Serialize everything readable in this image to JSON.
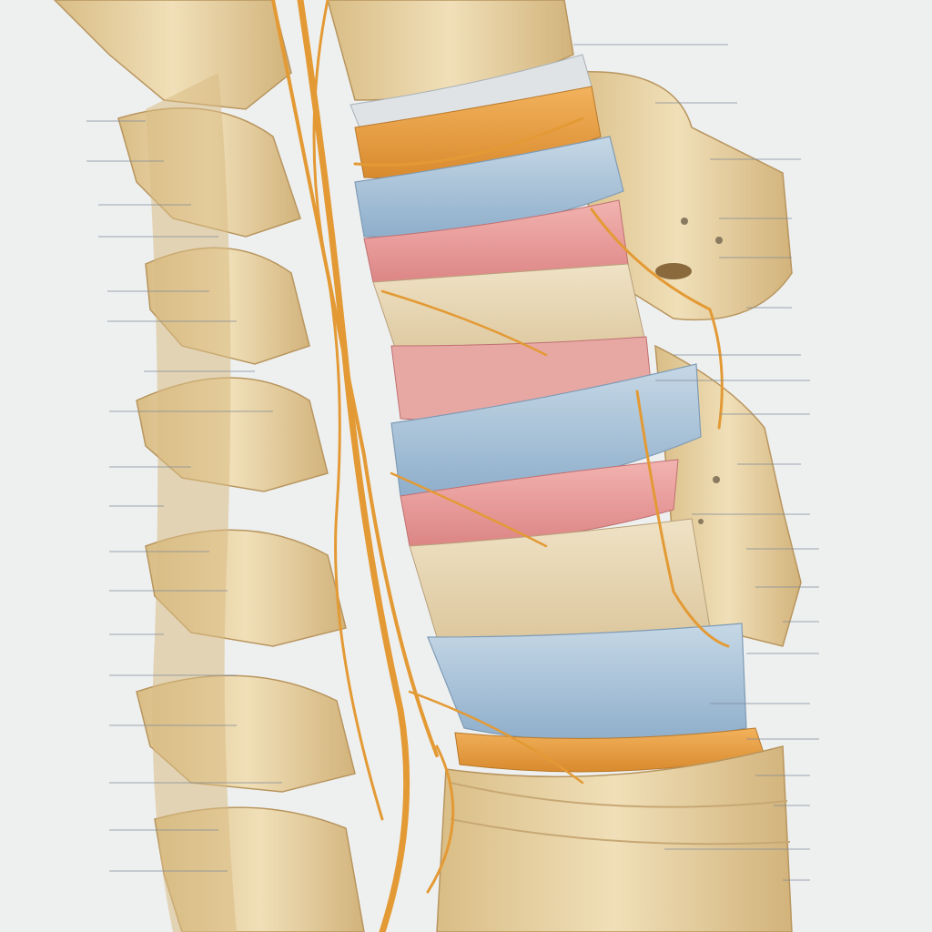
{
  "diagram": {
    "colors": {
      "background": "#eef0f0",
      "bone": "#e9d6ac",
      "bone_shadow": "#c9ab74",
      "disc_blue": "#a9c3d9",
      "disc_pink": "#e8999a",
      "nerve": "#e39a35",
      "leader": "#7f8a99"
    },
    "labels_left": [
      {
        "id": "l1",
        "text": ""
      },
      {
        "id": "l2",
        "text": ""
      },
      {
        "id": "l3",
        "text": ""
      },
      {
        "id": "l4",
        "text": ""
      },
      {
        "id": "l5",
        "text": ""
      },
      {
        "id": "l6",
        "text": ""
      },
      {
        "id": "l7",
        "text": ""
      },
      {
        "id": "l8",
        "text": ""
      },
      {
        "id": "l9",
        "text": ""
      },
      {
        "id": "l10",
        "text": ""
      },
      {
        "id": "l11",
        "text": ""
      },
      {
        "id": "l12",
        "text": ""
      },
      {
        "id": "l13",
        "text": ""
      },
      {
        "id": "l14",
        "text": ""
      },
      {
        "id": "l15",
        "text": ""
      },
      {
        "id": "l16",
        "text": ""
      },
      {
        "id": "l17",
        "text": ""
      }
    ],
    "labels_right": [
      {
        "id": "r1",
        "text": ""
      },
      {
        "id": "r2",
        "text": ""
      },
      {
        "id": "r3",
        "text": ""
      },
      {
        "id": "r4",
        "text": ""
      },
      {
        "id": "r5",
        "text": ""
      },
      {
        "id": "r6",
        "text": ""
      },
      {
        "id": "r7",
        "text": ""
      },
      {
        "id": "r8",
        "text": ""
      },
      {
        "id": "r9",
        "text": ""
      },
      {
        "id": "r10",
        "text": ""
      },
      {
        "id": "r11",
        "text": ""
      },
      {
        "id": "r12",
        "text": ""
      },
      {
        "id": "r13",
        "text": ""
      },
      {
        "id": "r14",
        "text": ""
      },
      {
        "id": "r15",
        "text": ""
      },
      {
        "id": "r16",
        "text": ""
      },
      {
        "id": "r17",
        "text": ""
      },
      {
        "id": "r18",
        "text": ""
      },
      {
        "id": "r19",
        "text": ""
      },
      {
        "id": "r20",
        "text": ""
      },
      {
        "id": "r21",
        "text": ""
      }
    ]
  }
}
